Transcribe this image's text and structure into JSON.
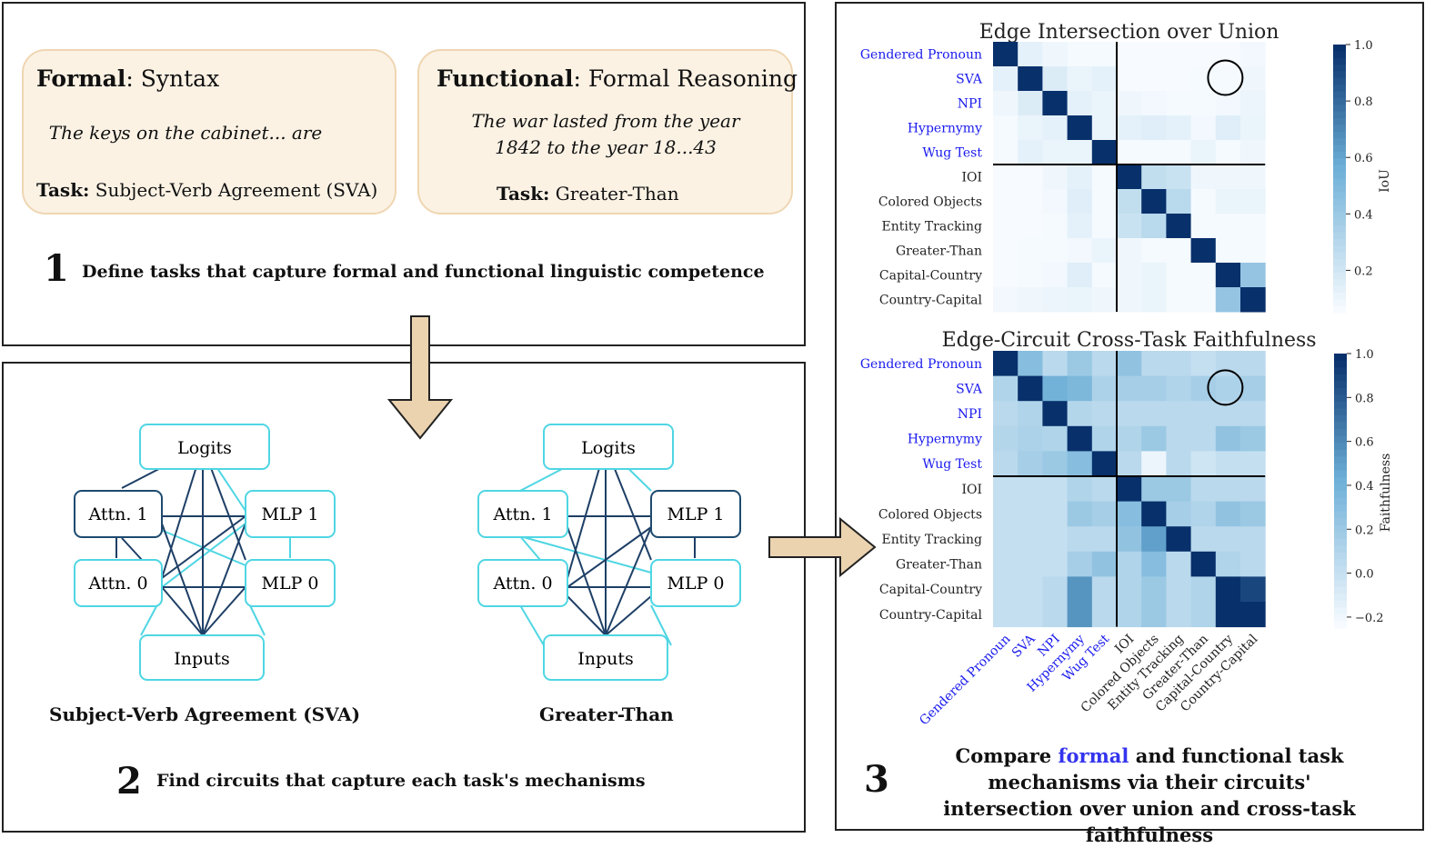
{
  "panel1": {
    "cards": [
      {
        "kind": "Formal",
        "sep": ": ",
        "category": "Syntax",
        "example": "The keys on the cabinet... are",
        "task_label": "Task:",
        "task": " Subject-Verb Agreement (SVA)"
      },
      {
        "kind": "Functional",
        "sep": ": ",
        "category": "Formal Reasoning",
        "example": "The war lasted from the year 1842 to the year 18...43",
        "task_label": "Task:",
        "task": " Greater-Than"
      }
    ],
    "step_number": "1",
    "step_text": "Define tasks that capture formal and functional linguistic competence"
  },
  "panel2": {
    "circuits": [
      {
        "title": "Subject-Verb Agreement (SVA)",
        "nodes": {
          "logits": "Logits",
          "attn1": "Attn. 1",
          "mlp1": "MLP 1",
          "attn0": "Attn. 0",
          "mlp0": "MLP 0",
          "inputs": "Inputs"
        }
      },
      {
        "title": "Greater-Than",
        "nodes": {
          "logits": "Logits",
          "attn1": "Attn. 1",
          "mlp1": "MLP 1",
          "attn0": "Attn. 0",
          "mlp0": "MLP 0",
          "inputs": "Inputs"
        }
      }
    ],
    "step_number": "2",
    "step_text": "Find circuits that capture each task's mechanisms"
  },
  "panel3": {
    "step_number": "3",
    "text_pre": "Compare ",
    "text_formal": "formal",
    "text_post": " and functional task mechanisms via their circuits' intersection over union and cross-task faithfulness"
  },
  "colors": {
    "card_bg": "#fbf2e4",
    "card_border": "#efd6b2",
    "arrow_fill": "#ebd3b0",
    "arrow_stroke": "#222222",
    "node_cyan": "#4fd6e3",
    "node_dark": "#1e4a6e",
    "edge_dark": "#1e3f66",
    "edge_cyan": "#4fd6e3",
    "formal_label": "#1a1aee",
    "heat_low": "#f7fbff",
    "heat_high": "#08306b"
  },
  "chart_data": [
    {
      "type": "heatmap",
      "title": "Edge Intersection over Union",
      "rows": [
        "Gendered Pronoun",
        "SVA",
        "NPI",
        "Hypernymy",
        "Wug Test",
        "IOI",
        "Colored Objects",
        "Entity Tracking",
        "Greater-Than",
        "Capital-Country",
        "Country-Capital"
      ],
      "formal_count": 5,
      "colorbar_label": "IoU",
      "colorbar_ticks": [
        "1.0",
        "0.8",
        "0.6",
        "0.4",
        "0.2"
      ],
      "colorbar_tick_values": [
        1.0,
        0.8,
        0.6,
        0.4,
        0.2
      ],
      "vmin": 0.05,
      "vmax": 1.0,
      "highlight": {
        "row": "SVA",
        "col": "Capital-Country"
      },
      "values": [
        [
          1.0,
          0.12,
          0.08,
          0.06,
          0.06,
          0.04,
          0.04,
          0.04,
          0.05,
          0.05,
          0.07
        ],
        [
          0.12,
          1.0,
          0.15,
          0.1,
          0.12,
          0.05,
          0.05,
          0.05,
          0.06,
          0.06,
          0.08
        ],
        [
          0.08,
          0.15,
          1.0,
          0.12,
          0.1,
          0.08,
          0.07,
          0.06,
          0.06,
          0.07,
          0.09
        ],
        [
          0.06,
          0.1,
          0.12,
          1.0,
          0.1,
          0.12,
          0.14,
          0.12,
          0.07,
          0.14,
          0.1
        ],
        [
          0.06,
          0.12,
          0.1,
          0.1,
          1.0,
          0.06,
          0.06,
          0.06,
          0.1,
          0.06,
          0.08
        ],
        [
          0.04,
          0.05,
          0.08,
          0.12,
          0.06,
          1.0,
          0.25,
          0.22,
          0.08,
          0.08,
          0.08
        ],
        [
          0.04,
          0.05,
          0.07,
          0.14,
          0.06,
          0.25,
          1.0,
          0.28,
          0.06,
          0.1,
          0.1
        ],
        [
          0.04,
          0.05,
          0.06,
          0.12,
          0.06,
          0.22,
          0.28,
          1.0,
          0.06,
          0.06,
          0.06
        ],
        [
          0.05,
          0.06,
          0.06,
          0.07,
          0.1,
          0.08,
          0.06,
          0.06,
          1.0,
          0.06,
          0.06
        ],
        [
          0.05,
          0.06,
          0.07,
          0.14,
          0.06,
          0.08,
          0.1,
          0.06,
          0.06,
          1.0,
          0.42
        ],
        [
          0.07,
          0.08,
          0.09,
          0.1,
          0.08,
          0.08,
          0.1,
          0.06,
          0.06,
          0.42,
          1.0
        ]
      ]
    },
    {
      "type": "heatmap",
      "title": "Edge-Circuit Cross-Task Faithfulness",
      "rows": [
        "Gendered Pronoun",
        "SVA",
        "NPI",
        "Hypernymy",
        "Wug Test",
        "IOI",
        "Colored Objects",
        "Entity Tracking",
        "Greater-Than",
        "Capital-Country",
        "Country-Capital"
      ],
      "columns": [
        "Gendered Pronoun",
        "SVA",
        "NPI",
        "Hypernymy",
        "Wug Test",
        "IOI",
        "Colored Objects",
        "Entity Tracking",
        "Greater-Than",
        "Capital-Country",
        "Country-Capital"
      ],
      "formal_count": 5,
      "colorbar_label": "Faithfulness",
      "colorbar_ticks": [
        "1.0",
        "0.8",
        "0.6",
        "0.4",
        "0.2",
        "0.0",
        "−0.2"
      ],
      "colorbar_tick_values": [
        1.0,
        0.8,
        0.6,
        0.4,
        0.2,
        0.0,
        -0.2
      ],
      "vmin": -0.25,
      "vmax": 1.0,
      "highlight": {
        "row": "SVA",
        "col": "Capital-Country"
      },
      "values": [
        [
          1.0,
          0.3,
          0.05,
          0.2,
          0.05,
          0.25,
          0.05,
          0.05,
          0.0,
          0.05,
          0.05
        ],
        [
          0.1,
          1.0,
          0.4,
          0.35,
          0.12,
          0.15,
          0.15,
          0.1,
          0.15,
          0.12,
          0.15
        ],
        [
          0.05,
          0.1,
          1.0,
          0.08,
          0.05,
          0.05,
          0.05,
          0.05,
          0.05,
          0.05,
          0.05
        ],
        [
          0.08,
          0.12,
          0.1,
          1.0,
          0.1,
          0.1,
          0.2,
          0.05,
          0.05,
          0.25,
          0.2
        ],
        [
          0.05,
          0.15,
          0.2,
          0.3,
          1.0,
          0.05,
          -0.2,
          0.05,
          -0.05,
          0.0,
          0.0
        ],
        [
          0.0,
          0.0,
          0.0,
          0.1,
          0.05,
          1.0,
          0.2,
          0.2,
          0.05,
          0.05,
          0.05
        ],
        [
          0.0,
          0.0,
          0.0,
          0.2,
          0.15,
          0.3,
          1.0,
          0.15,
          0.1,
          0.25,
          0.2
        ],
        [
          0.0,
          0.0,
          0.0,
          0.05,
          0.05,
          0.25,
          0.5,
          1.0,
          0.05,
          0.05,
          0.05
        ],
        [
          0.0,
          0.0,
          0.0,
          0.15,
          0.25,
          0.1,
          0.3,
          0.05,
          1.0,
          0.1,
          0.05
        ],
        [
          0.0,
          0.0,
          0.05,
          0.55,
          0.05,
          0.1,
          0.2,
          0.05,
          0.1,
          1.0,
          0.9
        ],
        [
          0.0,
          0.0,
          0.05,
          0.55,
          0.05,
          0.1,
          0.2,
          0.05,
          0.1,
          1.0,
          1.0
        ]
      ]
    }
  ]
}
